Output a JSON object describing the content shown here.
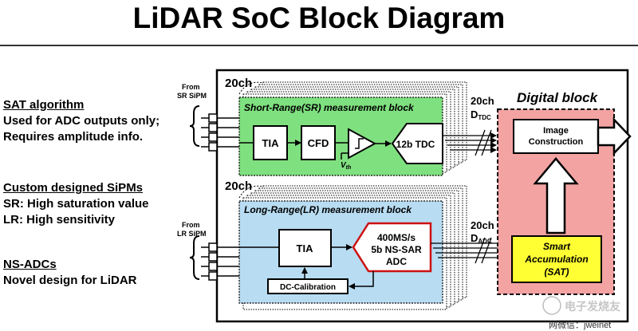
{
  "title": "LiDAR SoC Block Diagram",
  "notes": [
    {
      "head": "SAT algorithm",
      "lines": [
        "Used for ADC outputs only;",
        "Requires amplitude info."
      ]
    },
    {
      "head": "Custom designed SiPMs",
      "lines": [
        "SR: High saturation value",
        "LR: High sensitivity"
      ]
    },
    {
      "head": "NS-ADCs",
      "lines": [
        "Novel design for LiDAR"
      ]
    }
  ],
  "diagram": {
    "from_sr": [
      "From",
      "SR SiPM"
    ],
    "from_lr": [
      "From",
      "LR SiPM"
    ],
    "ch_sr": "20ch",
    "ch_lr": "20ch",
    "sr_block": "Short-Range(SR) measurement block",
    "lr_block": "Long-Range(LR) measurement block",
    "tia": "TIA",
    "cfd": "CFD",
    "vth": "V",
    "vth_sub": "th",
    "tdc": "12b TDC",
    "adc": [
      "400MS/s",
      "5b NS-SAR",
      "ADC"
    ],
    "dc_cal": "DC-Calibration",
    "dtdc_ch": "20ch",
    "dtdc": "D",
    "dtdc_sub": "TDC",
    "dadc_ch": "20ch",
    "dadc": "D",
    "dadc_sub": "ADC",
    "digital_block": "Digital block",
    "image_construction": [
      "Image",
      "Construction"
    ],
    "sat": [
      "Smart",
      "Accumulation",
      "(SAT)"
    ],
    "watermark": "电子发烧友",
    "footer": "网微信：jweinet"
  },
  "colors": {
    "sr_fill": "#7fe07f",
    "lr_fill": "#b8dcf2",
    "digital_fill": "#f4a3a3",
    "sat_fill": "#ffff33",
    "adc_border": "#cc1111"
  }
}
